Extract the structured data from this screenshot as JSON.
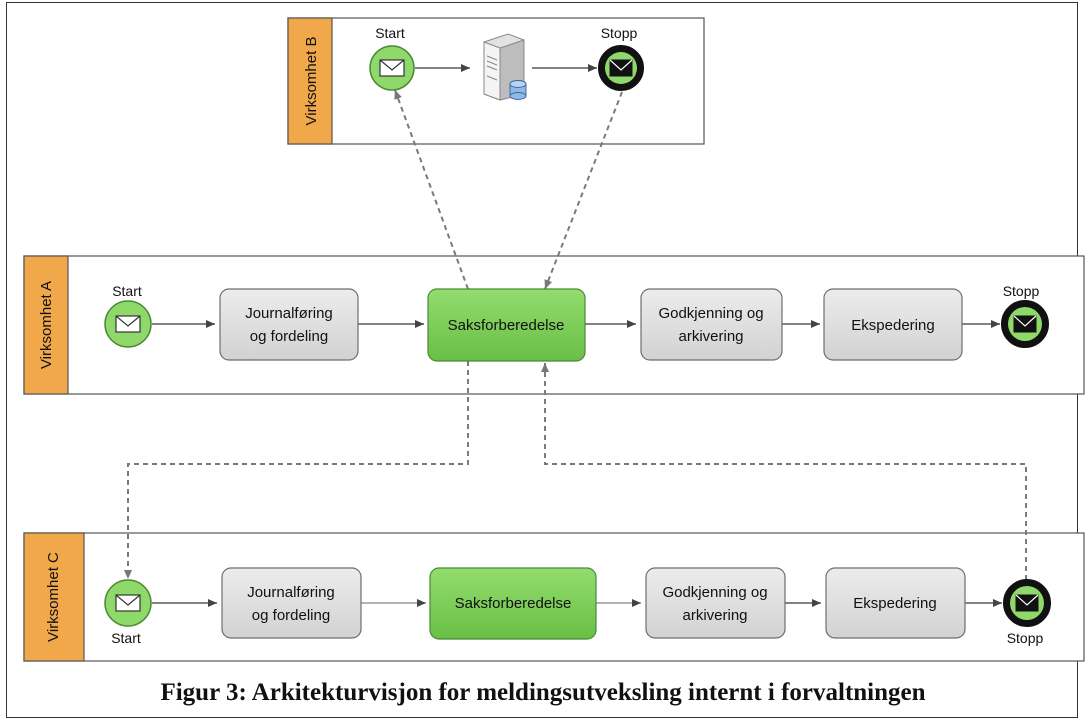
{
  "lanes": {
    "b": {
      "label": "Virksomhet B"
    },
    "a": {
      "label": "Virksomhet A"
    },
    "c": {
      "label": "Virksomhet C"
    }
  },
  "events": {
    "start_label": "Start",
    "stop_label": "Stopp"
  },
  "tasks": {
    "journal_line1": "Journalføring",
    "journal_line2": "og fordeling",
    "saks": "Saksforberedelse",
    "godkj_line1": "Godkjenning og",
    "godkj_line2": "arkivering",
    "eksped": "Ekspedering"
  },
  "caption": "Figur 3: Arkitekturvisjon for meldingsutveksling internt i forvaltningen",
  "colors": {
    "lane_header": "#f0a84a",
    "task_grey": "#dcdcdc",
    "task_green": "#7dcf5a",
    "event_green": "#8fd96a",
    "end_black": "#111111"
  },
  "icons": {
    "message": "envelope-icon",
    "server": "server-database-icon"
  }
}
